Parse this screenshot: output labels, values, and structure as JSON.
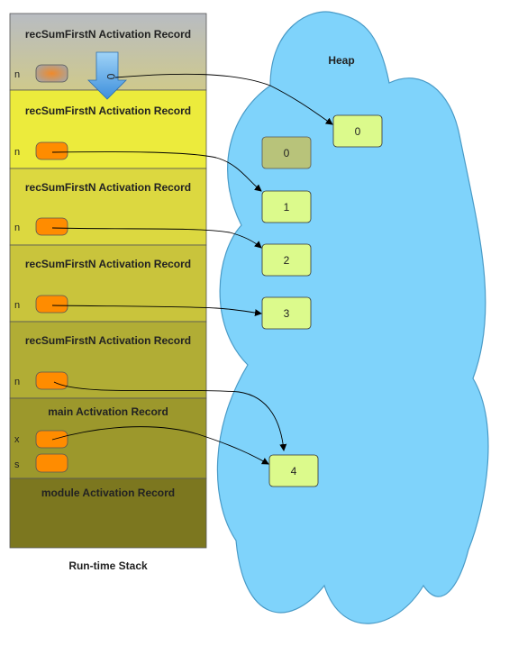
{
  "stack": {
    "caption": "Run-time Stack",
    "records": [
      {
        "title": "recSumFirstN Activation Record",
        "vars": [
          {
            "name": "n"
          }
        ],
        "fill": "#c8c48a"
      },
      {
        "title": "recSumFirstN Activation Record",
        "vars": [
          {
            "name": "n"
          }
        ],
        "fill": "#eceb3c"
      },
      {
        "title": "recSumFirstN Activation Record",
        "vars": [
          {
            "name": "n"
          }
        ],
        "fill": "#dcd840"
      },
      {
        "title": "recSumFirstN Activation Record",
        "vars": [
          {
            "name": "n"
          }
        ],
        "fill": "#c9c43c"
      },
      {
        "title": "recSumFirstN Activation Record",
        "vars": [
          {
            "name": "n"
          }
        ],
        "fill": "#b1ad35"
      },
      {
        "title": "main Activation Record",
        "vars": [
          {
            "name": "x"
          },
          {
            "name": "s"
          }
        ],
        "fill": "#9c982c"
      },
      {
        "title": "module Activation Record",
        "vars": [],
        "fill": "#7c771f"
      }
    ]
  },
  "heap": {
    "label": "Heap",
    "color": "#7fd3fb",
    "objects": [
      {
        "id": "obj-0-new",
        "value": "0",
        "state": "new"
      },
      {
        "id": "obj-0-old",
        "value": "0",
        "state": "garbage"
      },
      {
        "id": "obj-1",
        "value": "1",
        "state": "live"
      },
      {
        "id": "obj-2",
        "value": "2",
        "state": "live"
      },
      {
        "id": "obj-3",
        "value": "3",
        "state": "live"
      },
      {
        "id": "obj-4",
        "value": "4",
        "state": "live"
      }
    ]
  },
  "return_value": "0",
  "colors": {
    "variable_box": "#ff8c00",
    "heap_object": "#dcfa8c",
    "garbage_object": "#b8c37a",
    "return_arrow": "#5aa9e6"
  }
}
